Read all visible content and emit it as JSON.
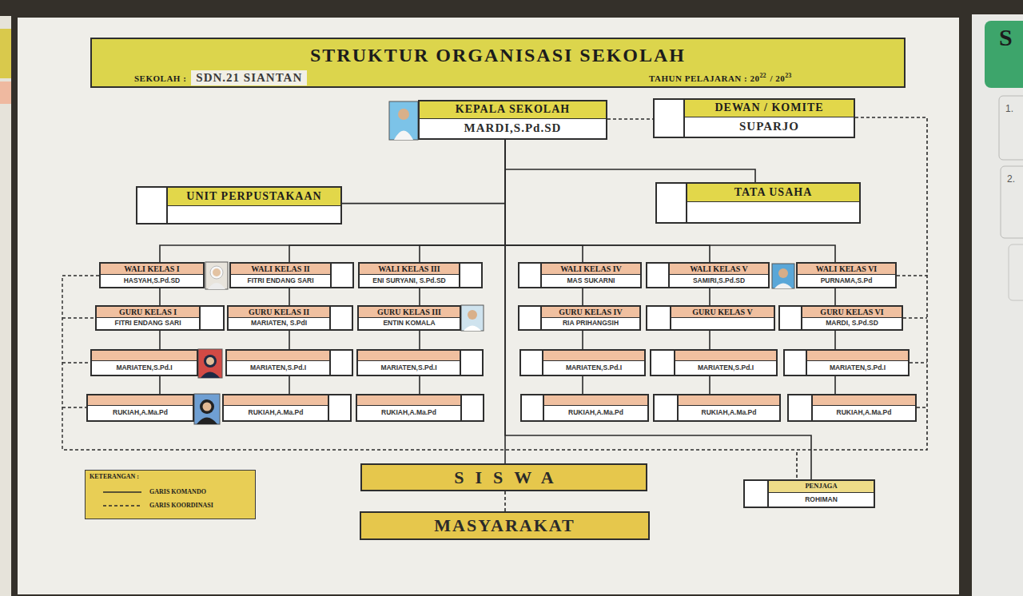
{
  "diagram": {
    "title": "STRUKTUR ORGANISASI SEKOLAH",
    "nodes": [
      {
        "text": [
          "KEPALA SEKOLAH",
          "MARDI,S.Pd.SD"
        ]
      },
      {
        "text": [
          "DEWAN / KOMITE",
          "SUPARJO"
        ]
      },
      {
        "text": [
          "UNIT PERPUSTAKAAN"
        ]
      },
      {
        "text": [
          "TATA USAHA"
        ]
      },
      {
        "text": [
          "WALI KELAS I",
          "HASYAH,S.Pd.SD"
        ]
      },
      {
        "text": [
          "WALI KELAS II",
          "FITRI ENDANG SARI"
        ]
      },
      {
        "text": [
          "WALI KELAS III",
          "ENI SURYANI, S.Pd.SD"
        ]
      },
      {
        "text": [
          "WALI KELAS IV",
          "MAS SUKARNI"
        ]
      },
      {
        "text": [
          "WALI KELAS V",
          "SAMIRI,S.Pd.SD"
        ]
      },
      {
        "text": [
          "WALI KELAS VI",
          "PURNAMA,S.Pd"
        ]
      },
      {
        "text": [
          "GURU KELAS I",
          "FITRI ENDANG SARI"
        ]
      },
      {
        "text": [
          "GURU KELAS II",
          "MARIATEN, S.PdI"
        ]
      },
      {
        "text": [
          "GURU KELAS III",
          "ENTIN KOMALA"
        ]
      },
      {
        "text": [
          "GURU KELAS IV",
          "RIA PRIHANGSIH"
        ]
      },
      {
        "text": [
          "GURU KELAS V"
        ]
      },
      {
        "text": [
          "GURU KELAS VI",
          "MARDI, S.Pd.SD"
        ]
      },
      {
        "text": [
          "MARIATEN,S.Pd.I"
        ]
      },
      {
        "text": [
          "MARIATEN,S.Pd.I"
        ]
      },
      {
        "text": [
          "MARIATEN,S.Pd.I"
        ]
      },
      {
        "text": [
          "MARIATEN,S.Pd.I"
        ]
      },
      {
        "text": [
          "MARIATEN,S.Pd.I"
        ]
      },
      {
        "text": [
          "MARIATEN,S.Pd.I"
        ]
      },
      {
        "text": [
          "RUKIAH,A.Ma.Pd"
        ]
      },
      {
        "text": [
          "RUKIAH,A.Ma.Pd"
        ]
      },
      {
        "text": [
          "RUKIAH,A.Ma.Pd"
        ]
      },
      {
        "text": [
          "RUKIAH,A.Ma.Pd"
        ]
      },
      {
        "text": [
          "RUKIAH,A.Ma.Pd"
        ]
      },
      {
        "text": [
          "RUKIAH,A.Ma.Pd"
        ]
      },
      {
        "text": [
          "SISWA"
        ]
      },
      {
        "text": [
          "MASYARAKAT"
        ]
      },
      {
        "text": [
          "PENJAGA",
          "ROHIMAN"
        ]
      }
    ],
    "edges": [
      {
        "from": 0,
        "to": 1,
        "arrow": "none"
      },
      {
        "from": 0,
        "to": 2,
        "arrow": "none"
      },
      {
        "from": 0,
        "to": 3,
        "arrow": "none"
      },
      {
        "from": 0,
        "to": 4,
        "arrow": "none"
      },
      {
        "from": 0,
        "to": 5,
        "arrow": "none"
      },
      {
        "from": 0,
        "to": 6,
        "arrow": "none"
      },
      {
        "from": 0,
        "to": 7,
        "arrow": "none"
      },
      {
        "from": 0,
        "to": 8,
        "arrow": "none"
      },
      {
        "from": 0,
        "to": 9,
        "arrow": "none"
      },
      {
        "from": 4,
        "to": 10,
        "arrow": "none"
      },
      {
        "from": 10,
        "to": 16,
        "arrow": "none"
      },
      {
        "from": 16,
        "to": 22,
        "arrow": "none"
      },
      {
        "from": 5,
        "to": 11,
        "arrow": "none"
      },
      {
        "from": 11,
        "to": 17,
        "arrow": "none"
      },
      {
        "from": 17,
        "to": 23,
        "arrow": "none"
      },
      {
        "from": 6,
        "to": 12,
        "arrow": "none"
      },
      {
        "from": 12,
        "to": 18,
        "arrow": "none"
      },
      {
        "from": 18,
        "to": 24,
        "arrow": "none"
      },
      {
        "from": 7,
        "to": 13,
        "arrow": "none"
      },
      {
        "from": 13,
        "to": 19,
        "arrow": "none"
      },
      {
        "from": 19,
        "to": 25,
        "arrow": "none"
      },
      {
        "from": 8,
        "to": 14,
        "arrow": "none"
      },
      {
        "from": 14,
        "to": 20,
        "arrow": "none"
      },
      {
        "from": 20,
        "to": 26,
        "arrow": "none"
      },
      {
        "from": 9,
        "to": 15,
        "arrow": "none"
      },
      {
        "from": 15,
        "to": 21,
        "arrow": "none"
      },
      {
        "from": 21,
        "to": 27,
        "arrow": "none"
      },
      {
        "from": 0,
        "to": 28,
        "arrow": "none"
      },
      {
        "from": 0,
        "to": 30,
        "arrow": "none"
      },
      {
        "from": 28,
        "to": 29,
        "arrow": "none"
      },
      {
        "from": 1,
        "to": 30,
        "arrow": "none"
      }
    ],
    "labels": [
      "SEKOLAH :",
      "SDN.21 SIANTAN",
      "TAHUN PELAJARAN : 20",
      "22",
      "/ 20",
      "23",
      "KETERANGAN :",
      "S",
      "1.",
      "2."
    ],
    "legend": [
      {
        "text": "GARIS KOMANDO"
      },
      {
        "text": "GARIS KOORDINASI"
      }
    ]
  }
}
